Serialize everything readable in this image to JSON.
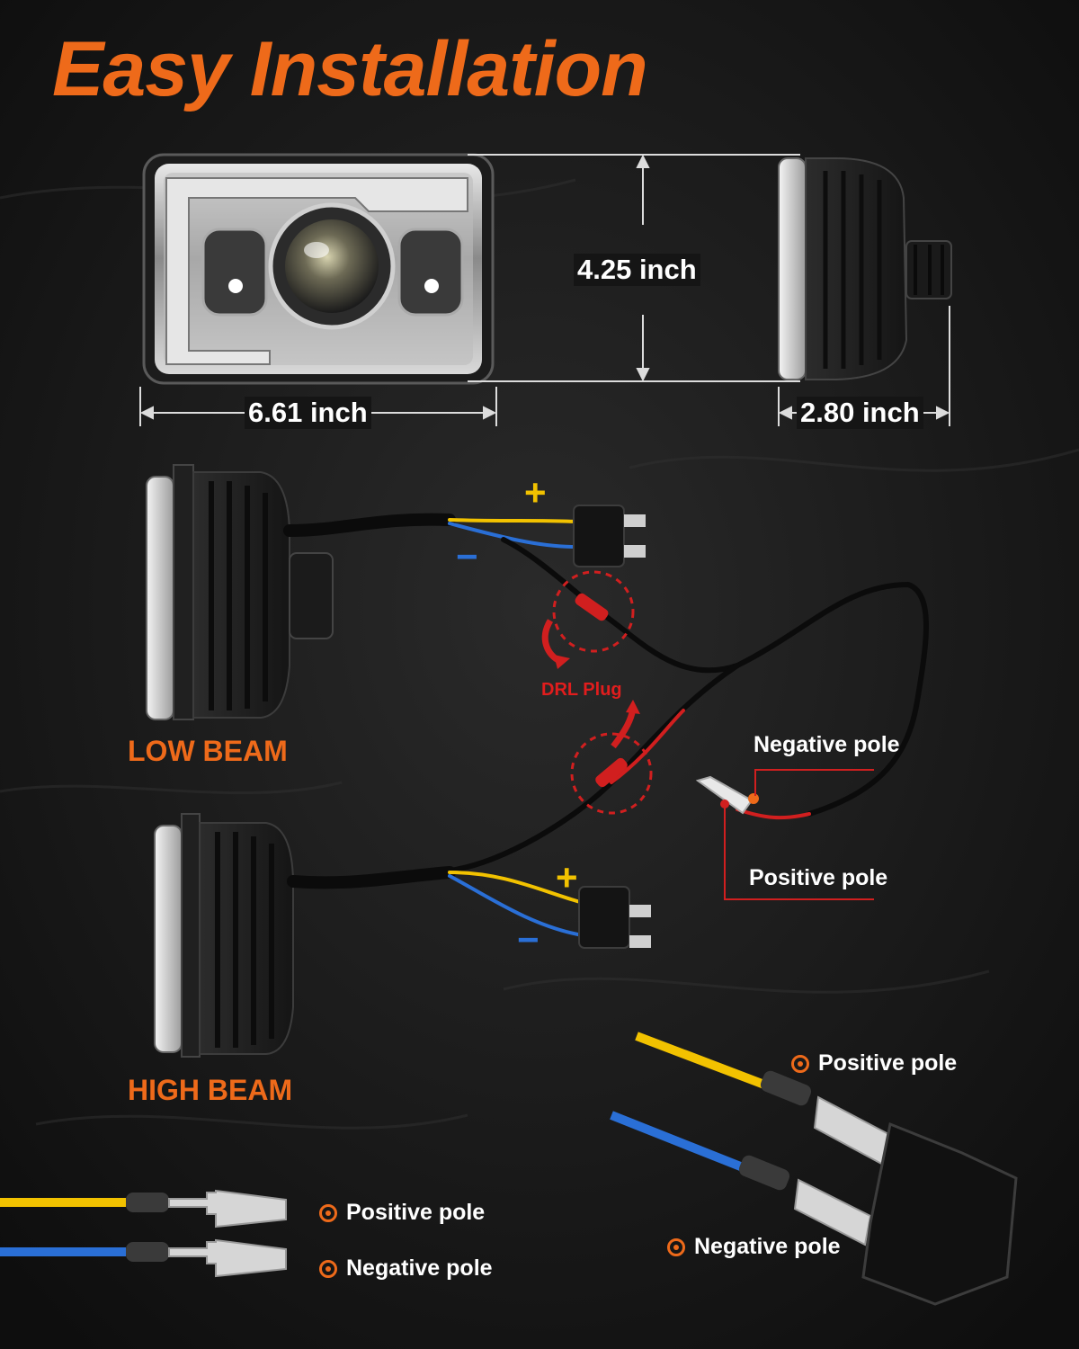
{
  "title": "Easy Installation",
  "dimensions": {
    "height": "4.25 inch",
    "width": "6.61 inch",
    "depth": "2.80 inch"
  },
  "beams": {
    "low": "LOW BEAM",
    "high": "HIGH BEAM"
  },
  "wiring": {
    "plus_sign": "+",
    "minus_sign": "−",
    "drl_plug": "DRL Plug",
    "negative_pole": "Negative pole",
    "positive_pole": "Positive pole"
  },
  "connectors": {
    "straight": {
      "positive": "Positive pole",
      "negative": "Negative pole"
    },
    "plug": {
      "positive": "Positive pole",
      "negative": "Negative pole"
    }
  },
  "colors": {
    "accent": "#ee6a1a",
    "positive_wire": "#f2c200",
    "negative_wire": "#2a6fd6",
    "drl_red": "#e11d1d",
    "plus_color": "#f2c200",
    "minus_color": "#2a6fd6"
  }
}
